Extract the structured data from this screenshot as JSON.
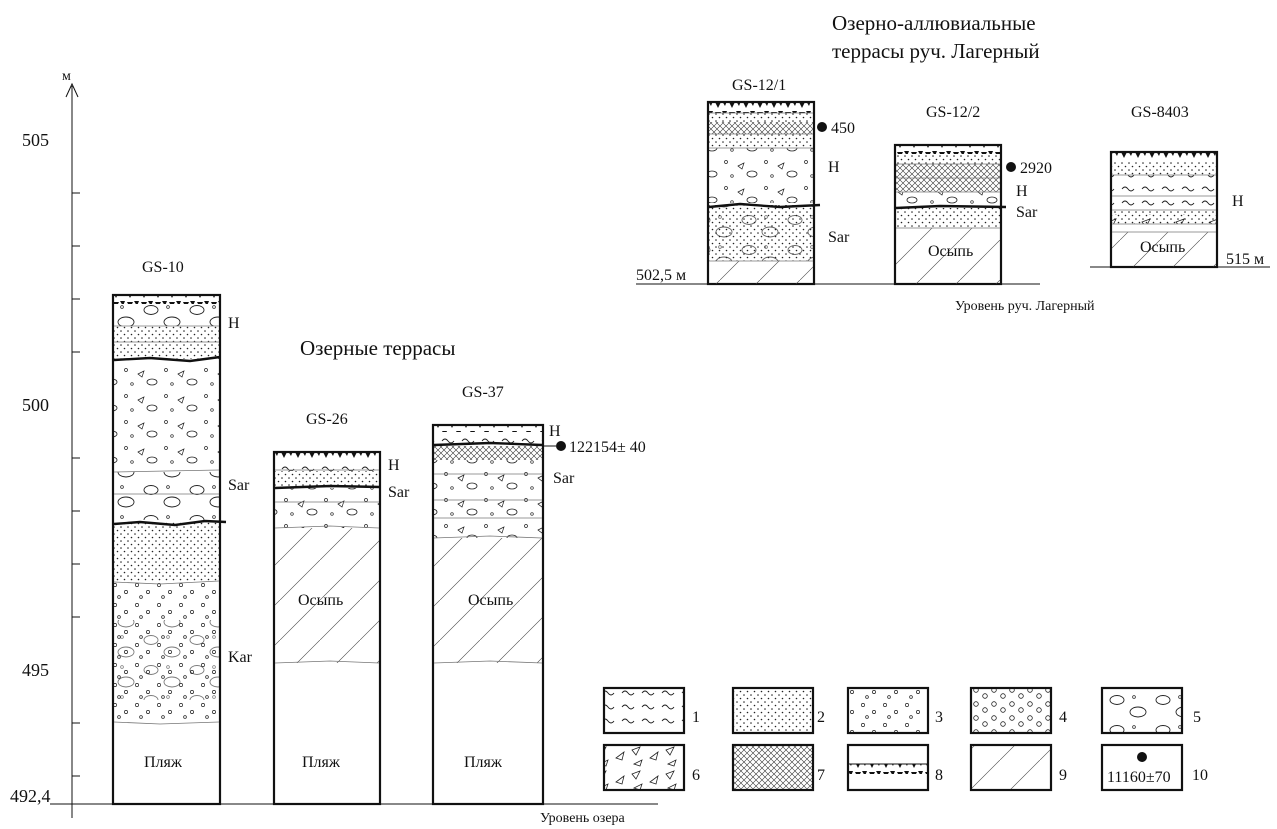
{
  "axis": {
    "unit": "м",
    "ticks": [
      "505",
      "500",
      "495"
    ],
    "base": "492,4",
    "lake_level": "Уровень озера"
  },
  "lake_title": "Озерные террасы",
  "alluvial_title": [
    "Озерно-аллювиальные",
    "террасы руч. Лагерный"
  ],
  "lake_sections": [
    {
      "id": "GS-10",
      "labels": [
        "H",
        "Sar",
        "Kar"
      ],
      "bottom": "Пляж"
    },
    {
      "id": "GS-26",
      "labels": [
        "H",
        "Sar"
      ],
      "middle": "Осыпь",
      "bottom": "Пляж"
    },
    {
      "id": "GS-37",
      "labels": [
        "H",
        "Sar"
      ],
      "date": "122154± 40",
      "middle": "Осыпь",
      "bottom": "Пляж"
    }
  ],
  "alluvial_sections": [
    {
      "id": "GS-12/1",
      "labels": [
        "H",
        "Sar"
      ],
      "date": "450",
      "level": "502,5 м"
    },
    {
      "id": "GS-12/2",
      "labels": [
        "H",
        "Sar"
      ],
      "date": "2920",
      "bottom": "Осыпь"
    },
    {
      "id": "GS-8403",
      "labels": [
        "H"
      ],
      "bottom": "Осыпь",
      "level": "515 м"
    }
  ],
  "stream_level": "Уровень руч. Лагерный",
  "legend": [
    {
      "num": "1",
      "pattern": "wavy"
    },
    {
      "num": "2",
      "pattern": "fine-dots"
    },
    {
      "num": "3",
      "pattern": "small-circles"
    },
    {
      "num": "4",
      "pattern": "circles"
    },
    {
      "num": "5",
      "pattern": "pebbles"
    },
    {
      "num": "6",
      "pattern": "angular"
    },
    {
      "num": "7",
      "pattern": "cross-hatch"
    },
    {
      "num": "8",
      "pattern": "soil"
    },
    {
      "num": "9",
      "pattern": "scree"
    },
    {
      "num": "10",
      "pattern": "date",
      "text": "11160±70"
    }
  ]
}
